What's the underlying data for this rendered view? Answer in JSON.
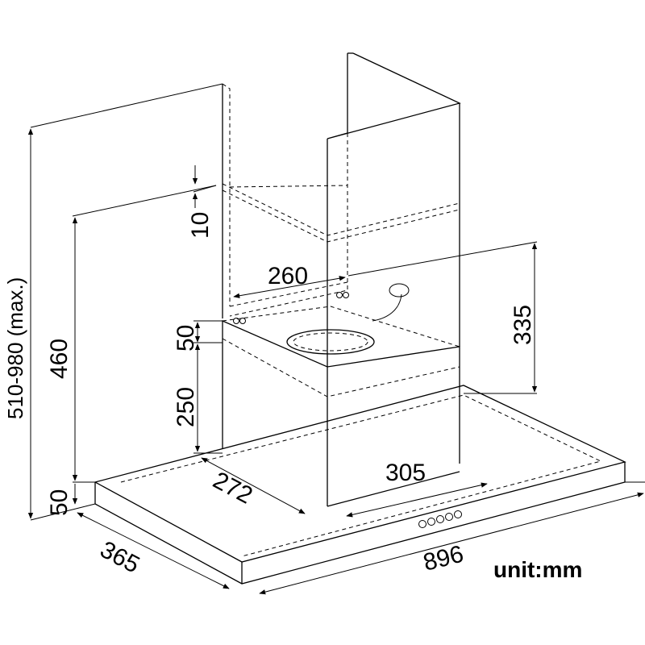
{
  "dimensions": {
    "total_height": "510-980 (max.)",
    "chimney_overlap": "10",
    "bracket_height": "460",
    "bracket_offset": "50",
    "body_height": "250",
    "canopy_thickness": "50",
    "bracket_width": "260",
    "chimney_depth": "272",
    "chimney_width": "305",
    "outlet_height": "335",
    "canopy_depth": "365",
    "canopy_width": "896"
  },
  "unit_label": "unit:mm",
  "control_buttons": 5
}
